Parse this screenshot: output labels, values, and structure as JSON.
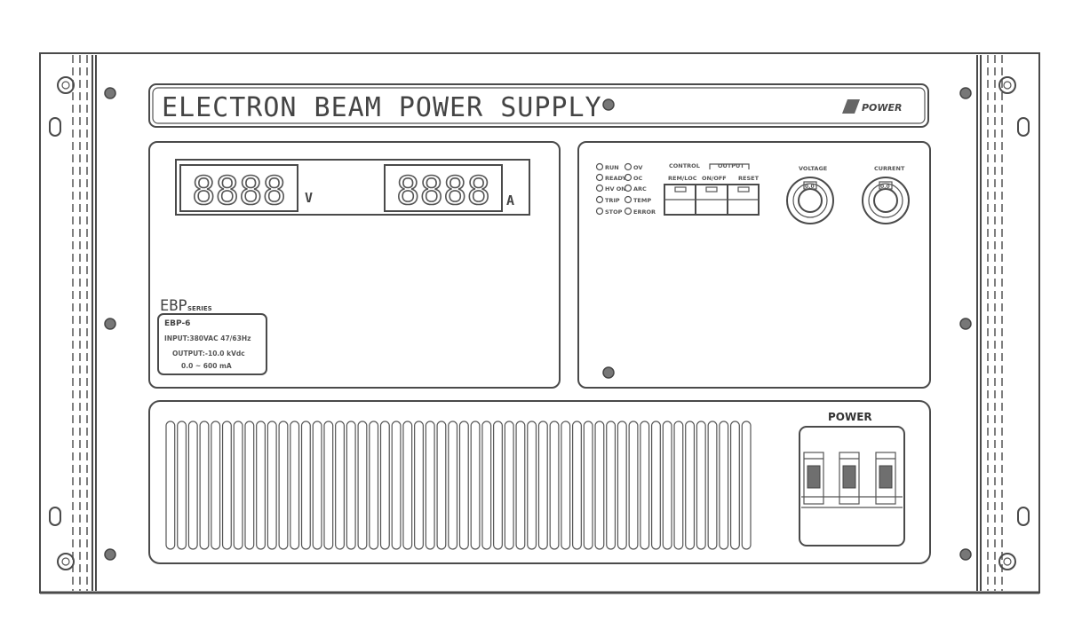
{
  "panel": {
    "title": "ELECTRON BEAM POWER SUPPLY",
    "logo_text": "POWER"
  },
  "meter": {
    "voltage_display": "8888",
    "voltage_unit": "V",
    "current_display": "8888",
    "current_unit": "A"
  },
  "model_label": {
    "series_name": "EBP",
    "series_suffix": "SERIES",
    "model": "EBP-6",
    "line1": "INPUT:380VAC 47/63Hz",
    "line2": "OUTPUT:-10.0 kVdc",
    "line3": "0.0 ~ 600 mA"
  },
  "indicators": {
    "left_column": [
      "RUN",
      "READY",
      "HV ON",
      "TRIP",
      "STOP"
    ],
    "right_column": [
      "OV",
      "OC",
      "ARC",
      "TEMP",
      "ERROR"
    ]
  },
  "switches": {
    "control_label": "CONTROL",
    "control_value": "REM/LOC",
    "output_group_label": "OUTPUT",
    "buttons": [
      "",
      "ON/OFF",
      "RESET"
    ]
  },
  "knobs": [
    {
      "label": "VOLTAGE",
      "value": "0.0"
    },
    {
      "label": "CURRENT",
      "value": "0.0"
    }
  ],
  "power": {
    "label": "POWER"
  },
  "colors": {
    "line": "#4a4a4a",
    "background": "#ffffff"
  }
}
